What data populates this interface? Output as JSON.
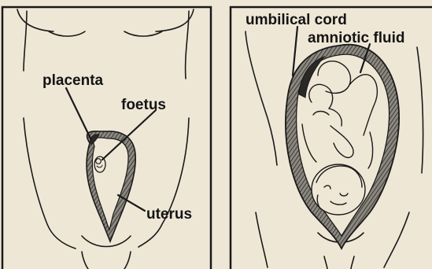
{
  "colors": {
    "paper": "#efe7d6",
    "ink": "#1a1a1a",
    "wall": "#5a5650"
  },
  "left_panel": {
    "labels": {
      "placenta": "placenta",
      "foetus": "foetus",
      "uterus": "uterus"
    }
  },
  "right_panel": {
    "labels": {
      "umbilical_cord": "umbilical cord",
      "amniotic_fluid": "amniotic fluid"
    }
  }
}
